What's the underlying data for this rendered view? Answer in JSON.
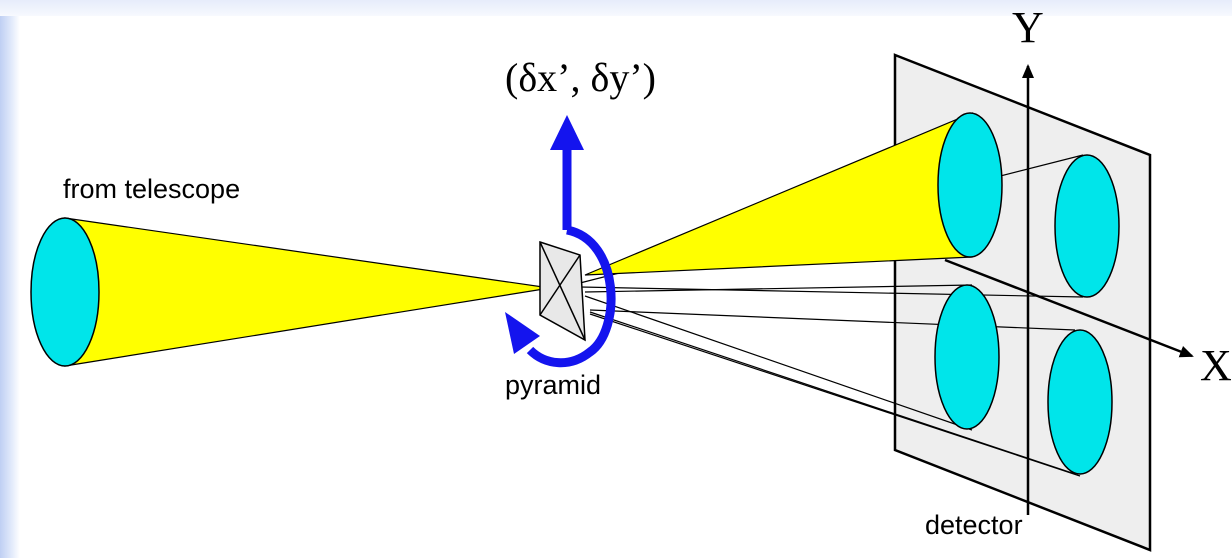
{
  "labels": {
    "source": "from telescope",
    "tilt": "(δx’, δy’)",
    "prism": "pyramid",
    "sensor": "detector",
    "axis_y": "Y",
    "axis_x": "X"
  },
  "colors": {
    "beam": "#ffff00",
    "pupil": "#00e5ea",
    "rotation_arrow": "#1414ee",
    "background": "#ffffff",
    "left_bar": "#c4d2f4"
  },
  "icons": {
    "rotation": "curved-arrow-icon",
    "direction": "up-arrow-icon"
  }
}
